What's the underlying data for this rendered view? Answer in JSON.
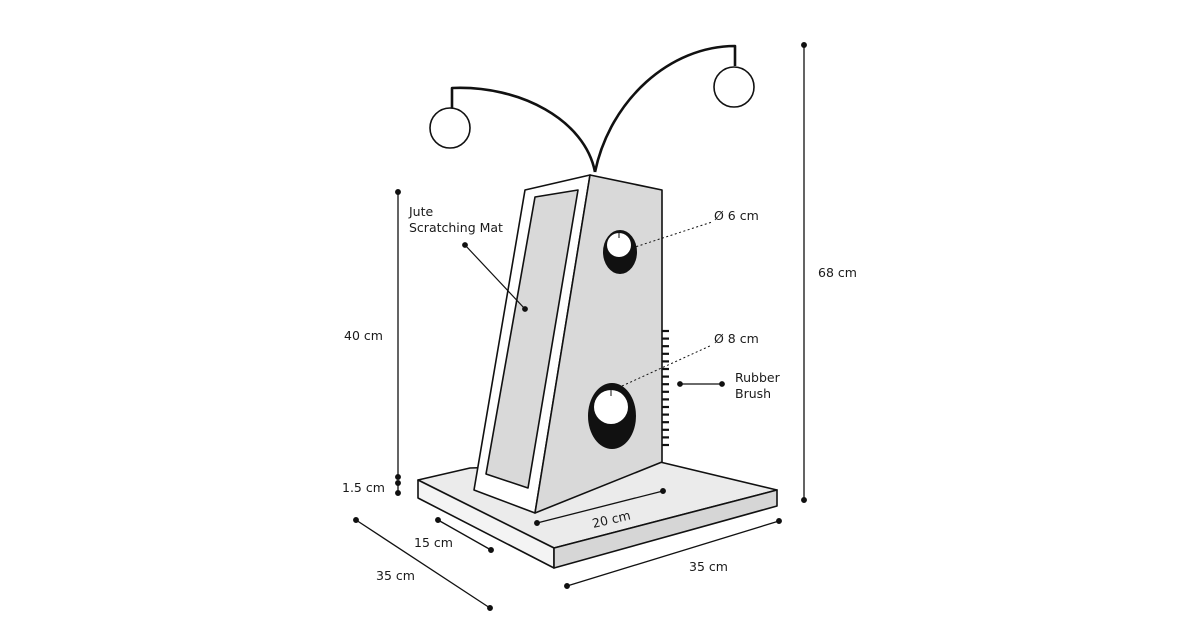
{
  "labels": {
    "jute_line1": "Jute",
    "jute_line2": "Scratching Mat",
    "hole_small": "Ø 6 cm",
    "hole_large": "Ø 8 cm",
    "brush_line1": "Rubber",
    "brush_line2": "Brush",
    "height_total": "68 cm",
    "height_tower": "40 cm",
    "base_thickness": "1.5 cm",
    "tower_width": "20 cm",
    "tower_depth": "15 cm",
    "base_depth": "35 cm",
    "base_width": "35 cm"
  },
  "colors": {
    "line": "#111111",
    "panel": "#d9d9d9",
    "base": "#ebebeb"
  }
}
